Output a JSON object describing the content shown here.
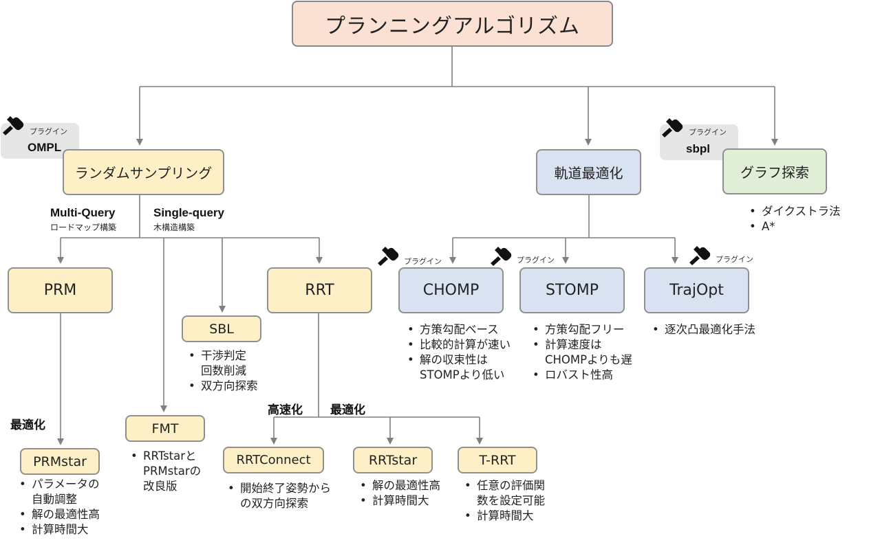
{
  "root": {
    "label": "プランニングアルゴリズム"
  },
  "categories": {
    "random_sampling": {
      "label": "ランダムサンプリング"
    },
    "trajectory_opt": {
      "label": "軌道最適化"
    },
    "graph_search": {
      "label": "グラフ探索"
    }
  },
  "plugins": {
    "ompl": {
      "name": "OMPL",
      "tag": "プラグイン"
    },
    "sbpl": {
      "name": "sbpl",
      "tag": "プラグイン"
    },
    "chomp_tag": "プラグイン",
    "stomp_tag": "プラグイン",
    "trajopt_tag": "プラグイン"
  },
  "query_labels": {
    "multi": {
      "title": "Multi-Query",
      "sub": "ロードマップ構築"
    },
    "single": {
      "title": "Single-query",
      "sub": "木構造構築"
    }
  },
  "edge_labels": {
    "prm_opt": "最適化",
    "rrt_fast": "高速化",
    "rrt_opt": "最適化"
  },
  "nodes": {
    "prm": "PRM",
    "rrt": "RRT",
    "sbl": "SBL",
    "fmt": "FMT",
    "prmstar": "PRMstar",
    "rrtconnect": "RRTConnect",
    "rrtstar": "RRTstar",
    "trrt": "T-RRT",
    "chomp": "CHOMP",
    "stomp": "STOMP",
    "trajopt": "TrajOpt"
  },
  "notes": {
    "graph_search": [
      "ダイクストラ法",
      "A*"
    ],
    "chomp": [
      "方策勾配ベース",
      "比較的計算が速い",
      "解の収束性は",
      "STOMPより低い"
    ],
    "stomp": [
      "方策勾配フリー",
      "計算速度は",
      "CHOMPよりも遅",
      "ロバスト性高"
    ],
    "trajopt": [
      "逐次凸最適化手法"
    ],
    "sbl": [
      "干渉判定",
      "回数削減",
      "双方向探索"
    ],
    "prmstar": [
      "パラメータの",
      "自動調整",
      "解の最適性高",
      "計算時間大"
    ],
    "fmt": [
      "RRTstarと",
      "PRMstarの",
      "改良版"
    ],
    "rrtconnect": [
      "開始終了姿勢から",
      "の双方向探索"
    ],
    "rrtstar": [
      "解の最適性高",
      "計算時間大"
    ],
    "trrt": [
      "任意の評価関",
      "数を設定可能",
      "計算時間大"
    ]
  },
  "colors": {
    "root_fill": "#fbe0d4",
    "yellow_fill": "#fdefc6",
    "blue_fill": "#d9e2f1",
    "green_fill": "#e1eed8",
    "line": "#7f7f7f",
    "plugin_box": "#e6e6e6"
  },
  "icons": {
    "plugin": "power-plug-icon"
  }
}
